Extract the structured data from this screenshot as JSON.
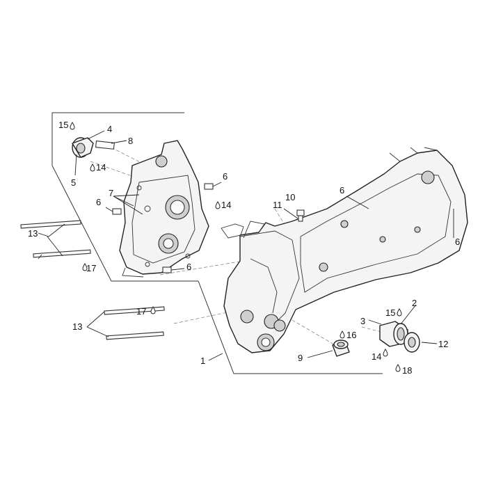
{
  "callouts": {
    "c1": "1",
    "c2": "2",
    "c3": "3",
    "c4": "4",
    "c5": "5",
    "c6a": "6",
    "c6b": "6",
    "c6c": "6",
    "c6d": "6",
    "c6e": "6",
    "c7": "7",
    "c8": "8",
    "c9": "9",
    "c10": "10",
    "c11": "11",
    "c12": "12",
    "c13a": "13",
    "c13b": "13",
    "c14a": "14",
    "c14b": "14",
    "c14c": "14",
    "c15a": "15",
    "c15b": "15",
    "c16": "16",
    "c17a": "17",
    "c17b": "17",
    "c18": "18"
  }
}
